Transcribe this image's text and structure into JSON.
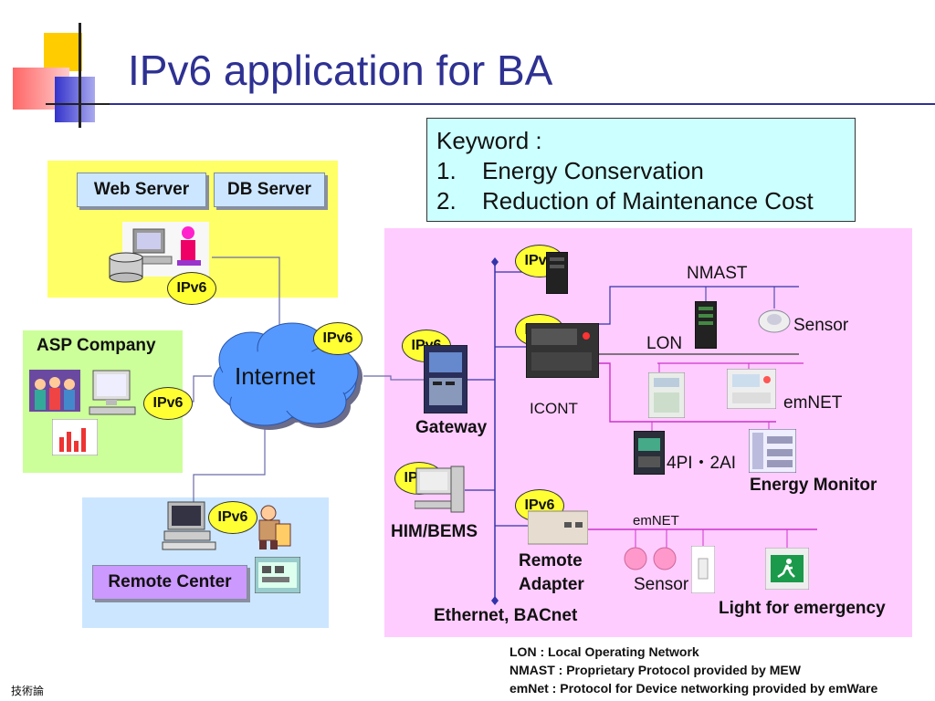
{
  "title": "IPv6 application for BA",
  "keyword": {
    "heading": "Keyword :",
    "items": [
      {
        "num": "1.",
        "text": "Energy Conservation"
      },
      {
        "num": "2.",
        "text": "Reduction of Maintenance Cost"
      }
    ]
  },
  "servers": {
    "web": "Web Server",
    "db": "DB Server"
  },
  "asp": "ASP Company",
  "internet": "Internet",
  "remote_center": "Remote Center",
  "ipv6": "IPv6",
  "gateway": "Gateway",
  "him": "HIM/BEMS",
  "icont": "ICONT",
  "ethernet": "Ethernet, BACnet",
  "nmast": "NMAST",
  "lon": "LON",
  "sensor1": "Sensor",
  "emnet1": "emNET",
  "pi": "4PI・2AI",
  "energy_monitor": "Energy Monitor",
  "emnet2": "emNET",
  "remote_adapter": {
    "line1": "Remote",
    "line2": "Adapter"
  },
  "sensor2": "Sensor",
  "light": "Light for emergency",
  "footnotes": [
    "LON : Local Operating Network",
    "NMAST : Proprietary Protocol provided by MEW",
    "emNet : Protocol for Device networking provided by emWare"
  ],
  "corner_note": "技術論",
  "colors": {
    "title": "#2e3192",
    "server_bg": "#ffff66",
    "asp_bg": "#ccff99",
    "remote_bg": "#cce6ff",
    "network_bg": "#ffccff",
    "keyword_bg": "#ccffff",
    "badge": "#ffff33",
    "cloud": "#5599ff"
  }
}
